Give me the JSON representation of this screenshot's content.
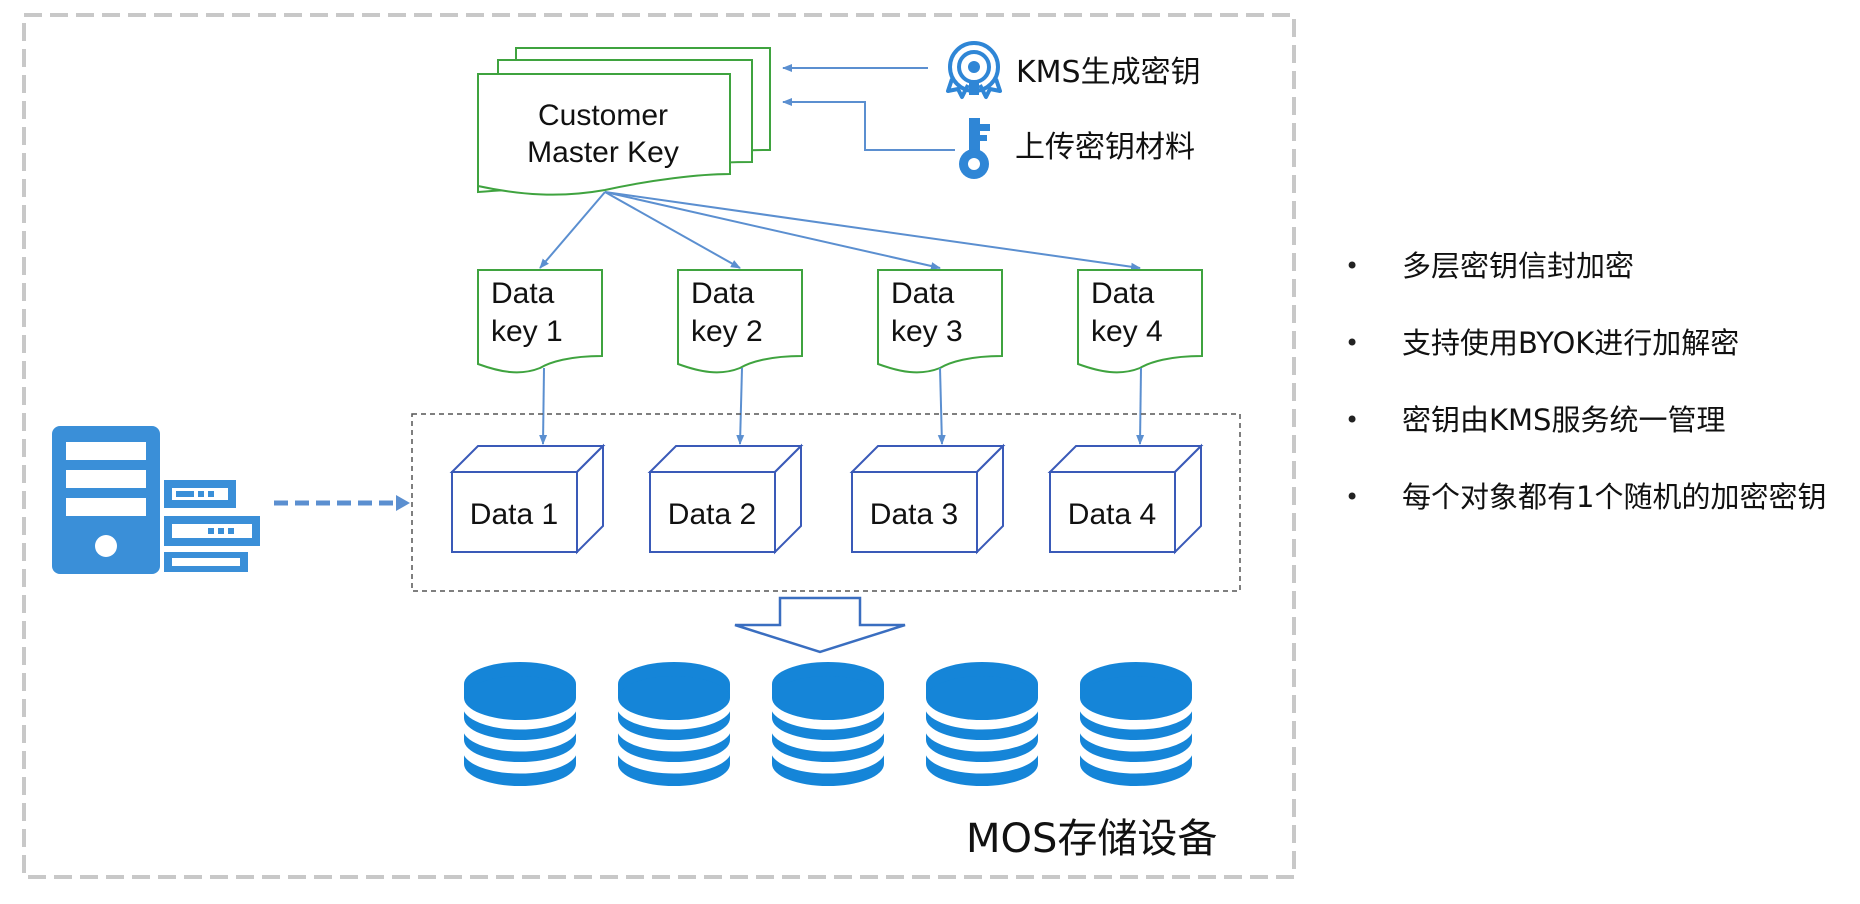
{
  "master_key": {
    "line1": "Customer",
    "line2": "Master Key"
  },
  "sources": {
    "kms": {
      "label": "KMS生成密钥",
      "icon": "kms-badge-icon"
    },
    "upload": {
      "label": "上传密钥材料",
      "icon": "key-icon"
    }
  },
  "data_keys": [
    {
      "line1": "Data",
      "line2": "key 1"
    },
    {
      "line1": "Data",
      "line2": "key 2"
    },
    {
      "line1": "Data",
      "line2": "key 3"
    },
    {
      "line1": "Data",
      "line2": "key 4"
    }
  ],
  "data_blocks": [
    "Data 1",
    "Data 2",
    "Data 3",
    "Data 4"
  ],
  "storage_label": "MOS存储设备",
  "client_icon": "server-icon",
  "storage_icon": "database-icon",
  "bullets": [
    "多层密钥信封加密",
    "支持使用BYOK进行加解密",
    "密钥由KMS服务统一管理",
    "每个对象都有1个随机的加密密钥"
  ],
  "colors": {
    "green_border": "#3fa33f",
    "blue_line": "#5b8fd0",
    "blue_icon": "#2f86d6",
    "db_blue": "#1585d8",
    "box_border": "#3a5ab8"
  }
}
